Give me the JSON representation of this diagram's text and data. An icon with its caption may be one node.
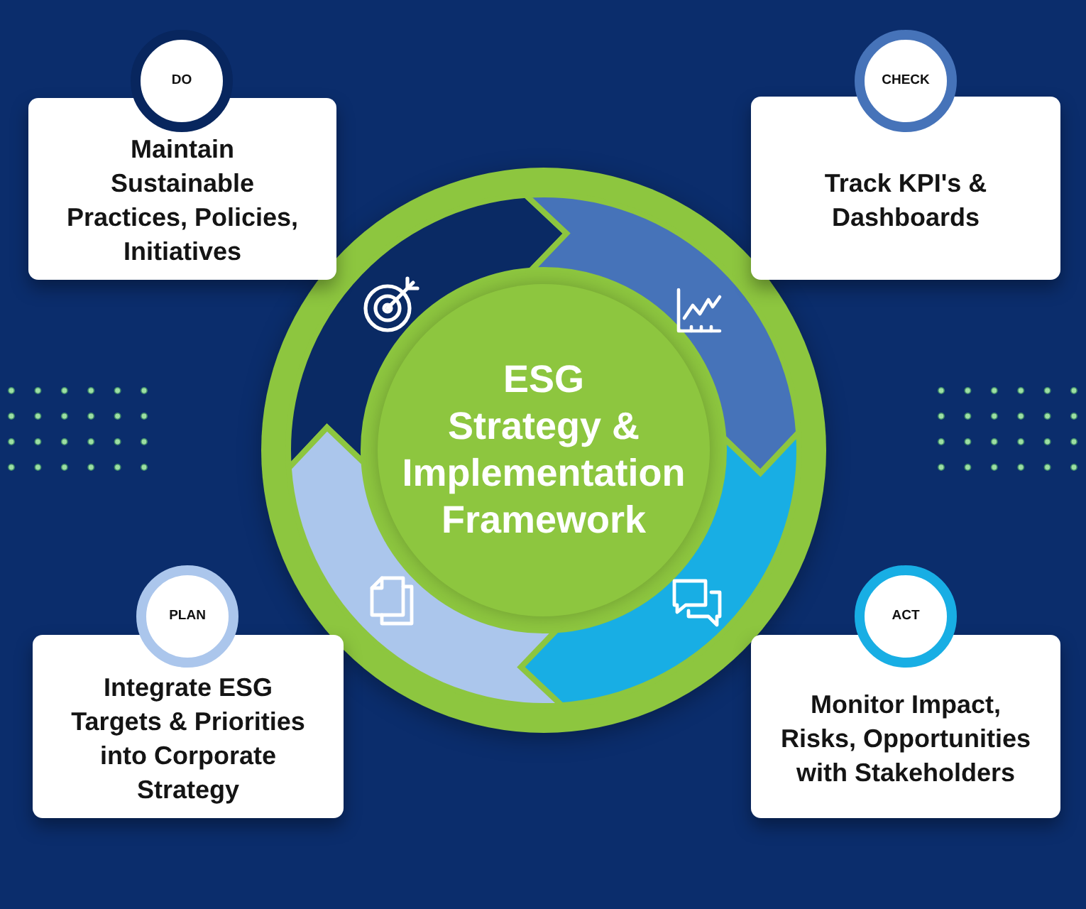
{
  "diagram": {
    "nodes": [
      {
        "text": [
          "DO"
        ]
      },
      {
        "text": [
          "Maintain Sustainable Practices, Policies, Initiatives"
        ]
      },
      {
        "text": [
          "CHECK"
        ]
      },
      {
        "text": [
          "Track KPI's & Dashboards"
        ]
      },
      {
        "text": [
          "ESG Strategy & Implementation Framework"
        ]
      },
      {
        "text": [
          "PLAN"
        ]
      },
      {
        "text": [
          "Integrate ESG Targets & Priorities into Corporate Strategy"
        ]
      },
      {
        "text": [
          "ACT"
        ]
      },
      {
        "text": [
          "Monitor Impact, Risks, Opportunities with Stakeholders"
        ]
      }
    ]
  }
}
